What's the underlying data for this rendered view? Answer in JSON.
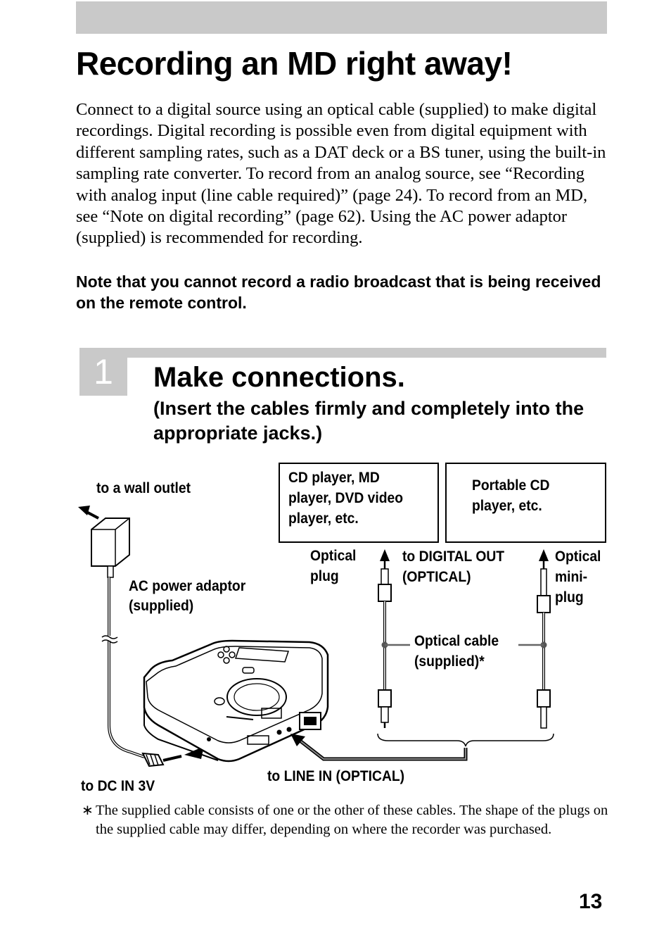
{
  "title": "Recording an MD right away!",
  "intro": "Connect to a digital source using an optical cable (supplied) to make digital recordings. Digital recording is possible even from digital equipment with different sampling rates, such as a DAT deck or a BS tuner, using the built-in sampling rate converter. To record from an analog source, see “Recording with analog input (line cable required)” (page 24). To record from an MD, see “Note on digital recording” (page 62). Using the AC power adaptor (supplied) is recommended for recording.",
  "note": "Note that you cannot record a radio broadcast that is being received on the remote control.",
  "step": {
    "number": "1",
    "title": "Make connections.",
    "subtitle": "(Insert the cables firmly and completely into the appropriate jacks.)"
  },
  "diagram": {
    "wall_outlet": "to a wall outlet",
    "cd_player": [
      "CD player, MD",
      "player, DVD video",
      "player, etc."
    ],
    "portable_cd": [
      "Portable CD",
      "player, etc."
    ],
    "optical_plug": [
      "Optical",
      "plug"
    ],
    "digital_out": [
      "to DIGITAL OUT",
      "(OPTICAL)"
    ],
    "optical_mini_plug": [
      "Optical",
      "mini-",
      "plug"
    ],
    "ac_adaptor": [
      "AC power adaptor",
      "(supplied)"
    ],
    "optical_cable": [
      "Optical cable",
      "(supplied)*"
    ],
    "line_in": "to LINE IN (OPTICAL)",
    "dc_in": "to DC IN 3V"
  },
  "footnote_mark": "∗",
  "footnote": "The supplied cable consists of one or the other of these cables. The shape of the plugs on the supplied cable may differ, depending on where the recorder was purchased.",
  "page_number": "13"
}
